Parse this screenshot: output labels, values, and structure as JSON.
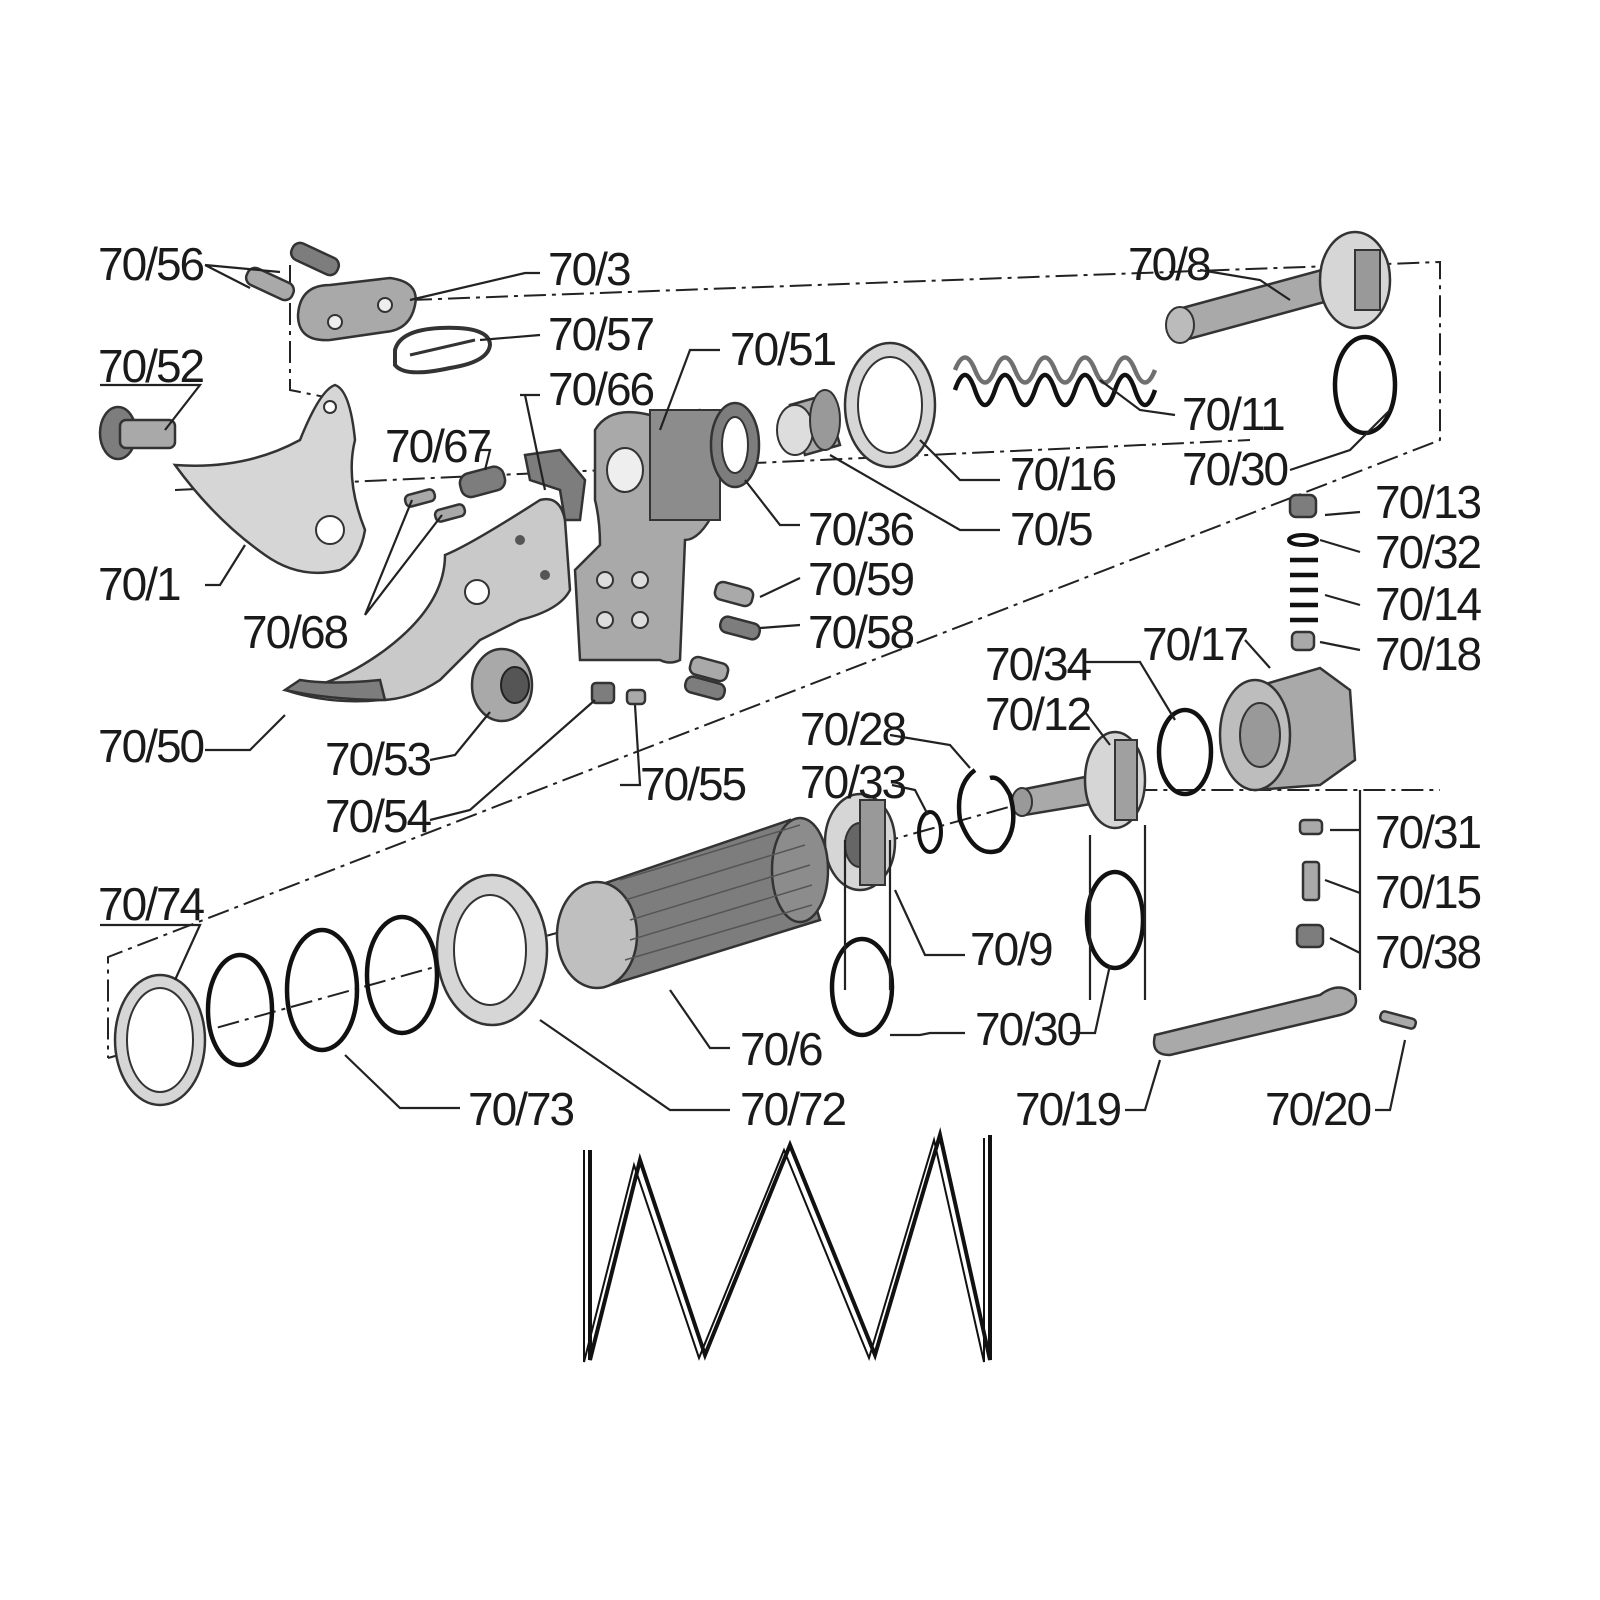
{
  "diagram": {
    "labels": {
      "p70_56": "70/56",
      "p70_3": "70/3",
      "p70_57": "70/57",
      "p70_52": "70/52",
      "p70_51": "70/51",
      "p70_66": "70/66",
      "p70_67": "70/67",
      "p70_8": "70/8",
      "p70_11": "70/11",
      "p70_30a": "70/30",
      "p70_16": "70/16",
      "p70_5": "70/5",
      "p70_36": "70/36",
      "p70_1": "70/1",
      "p70_68": "70/68",
      "p70_59": "70/59",
      "p70_58": "70/58",
      "p70_13": "70/13",
      "p70_32": "70/32",
      "p70_14": "70/14",
      "p70_18": "70/18",
      "p70_17": "70/17",
      "p70_34": "70/34",
      "p70_12": "70/12",
      "p70_50": "70/50",
      "p70_53": "70/53",
      "p70_54": "70/54",
      "p70_55": "70/55",
      "p70_28": "70/28",
      "p70_33": "70/33",
      "p70_31": "70/31",
      "p70_15": "70/15",
      "p70_38": "70/38",
      "p70_74": "70/74",
      "p70_9": "70/9",
      "p70_30b": "70/30",
      "p70_6": "70/6",
      "p70_73": "70/73",
      "p70_72": "70/72",
      "p70_19": "70/19",
      "p70_20": "70/20"
    },
    "colors": {
      "line": "#222222",
      "part_light": "#d6d6d6",
      "part_mid": "#a9a9a9",
      "part_dark": "#7d7d7d"
    }
  }
}
